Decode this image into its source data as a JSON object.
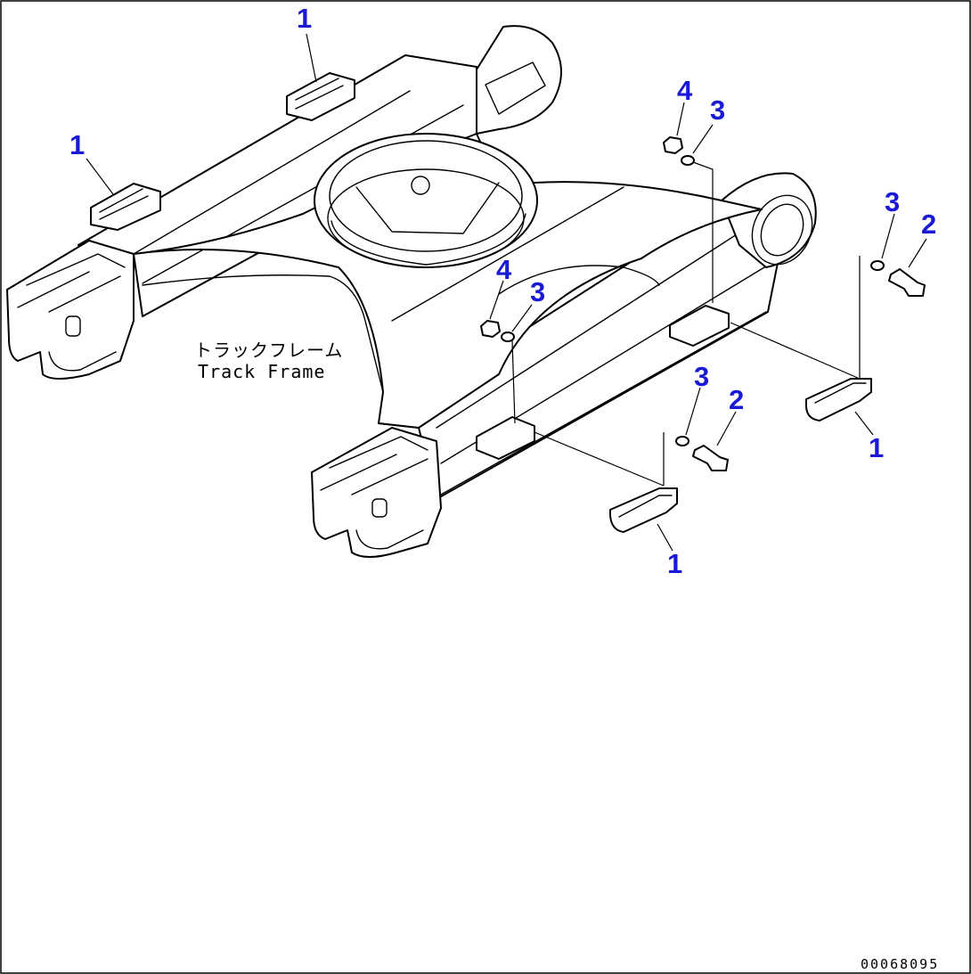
{
  "caption": {
    "japanese": "トラックフレーム",
    "english": "Track Frame"
  },
  "drawing_code": "00068095",
  "callouts": {
    "c1": "1",
    "c2": "1",
    "c3": "4",
    "c4": "3",
    "c5": "3",
    "c6": "2",
    "c7": "4",
    "c8": "3",
    "c9": "1",
    "c10": "3",
    "c11": "2",
    "c12": "1"
  },
  "colors": {
    "callout": "#1a1ad6",
    "line": "#000000",
    "background": "#ffffff"
  }
}
